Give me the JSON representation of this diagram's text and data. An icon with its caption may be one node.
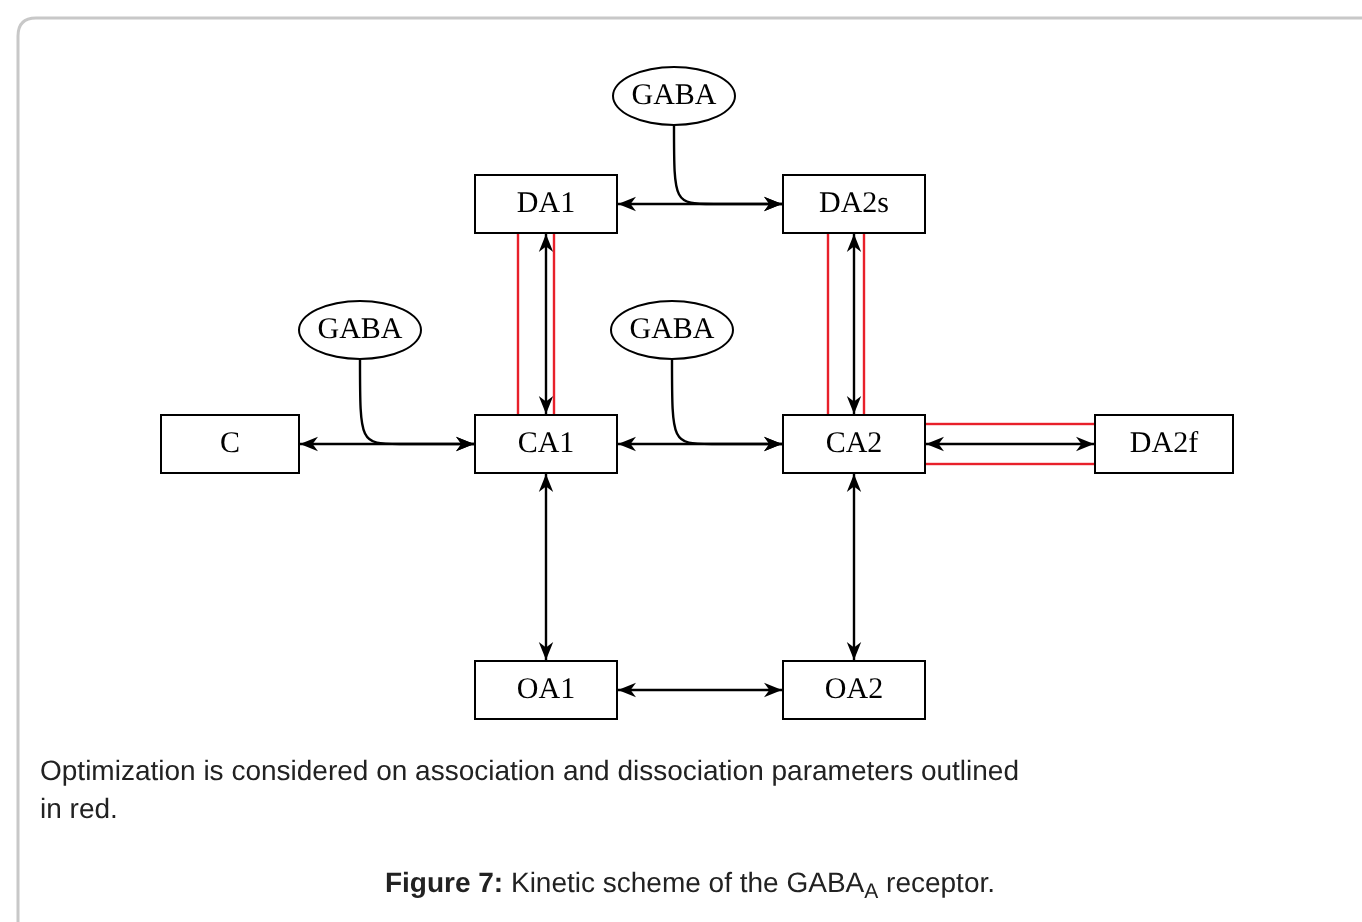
{
  "diagram": {
    "caption": "**Figure 7:** Kinetic scheme of the GABA$_{A}$ receptor.",
    "nodes": [
      {
        "text": [
          "GABA"
        ]
      },
      {
        "text": [
          "DA1"
        ]
      },
      {
        "text": [
          "DA2s"
        ]
      },
      {
        "text": [
          "GABA"
        ]
      },
      {
        "text": [
          "GABA"
        ]
      },
      {
        "text": [
          "C"
        ]
      },
      {
        "text": [
          "CA1"
        ]
      },
      {
        "text": [
          "CA2"
        ]
      },
      {
        "text": [
          "DA2f"
        ]
      },
      {
        "text": [
          "OA1"
        ]
      },
      {
        "text": [
          "OA2"
        ]
      }
    ],
    "edges": [
      {
        "from": 1,
        "to": 2,
        "arrow": "both"
      },
      {
        "from": 0,
        "to": 2,
        "arrow": "to"
      },
      {
        "from": 1,
        "to": 6,
        "arrow": "both"
      },
      {
        "from": 2,
        "to": 7,
        "arrow": "both"
      },
      {
        "from": 5,
        "to": 6,
        "arrow": "both"
      },
      {
        "from": 3,
        "to": 6,
        "arrow": "to"
      },
      {
        "from": 6,
        "to": 7,
        "arrow": "both"
      },
      {
        "from": 4,
        "to": 7,
        "arrow": "to"
      },
      {
        "from": 7,
        "to": 8,
        "arrow": "both"
      },
      {
        "from": 6,
        "to": 9,
        "arrow": "both"
      },
      {
        "from": 7,
        "to": 10,
        "arrow": "both"
      },
      {
        "from": 9,
        "to": 10,
        "arrow": "both"
      }
    ],
    "labels": [
      "Optimization is considered on association and dissociation parameters outlined in red."
    ]
  }
}
